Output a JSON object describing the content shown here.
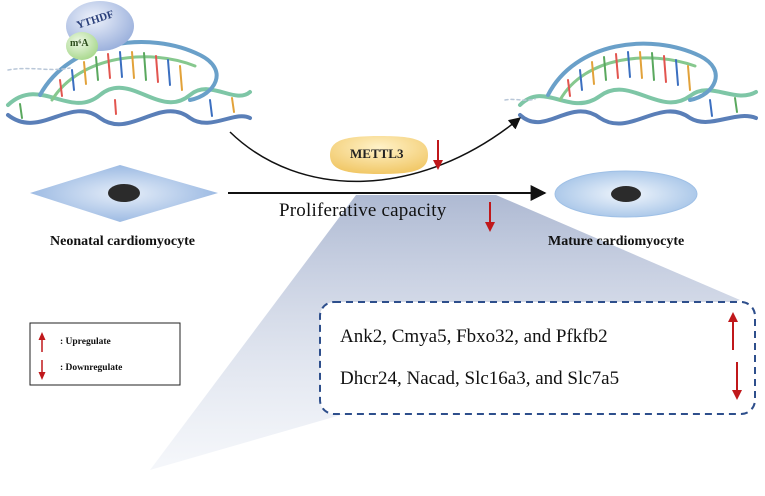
{
  "protein_badge": {
    "ythdf": "YTHDF",
    "m6a": "m⁶A"
  },
  "mettl3_label": "METTL3",
  "proliferative_label": "Proliferative  capacity",
  "neonatal_label": "Neonatal cardiomyocyte",
  "mature_label": "Mature cardiomyocyte",
  "genes": {
    "upregulated": "Ank2, Cmya5, Fbxo32, and Pfkfb2",
    "downregulated": "Dhcr24, Nacad, Slc16a3, and Slc7a5"
  },
  "legend": {
    "up": ": Upregulate",
    "down": ": Downregulate"
  },
  "colors": {
    "arrow_red": "#c0181b",
    "ythdf_blue": "#b8c8e8",
    "m6a_green": "#bfe3a8",
    "mettl3_yellow": "#f6d27a",
    "cell_blue": "#bcd3ee",
    "box_border": "#2e4f8c"
  }
}
